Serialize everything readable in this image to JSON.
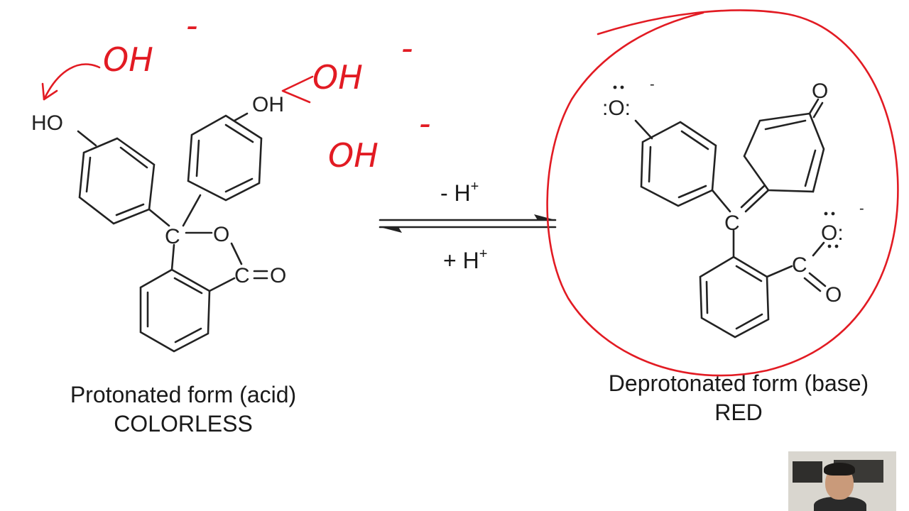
{
  "colors": {
    "ink": "#e21b23",
    "structure": "#222222",
    "background": "#ffffff"
  },
  "left_molecule": {
    "atoms": {
      "ho": "HO",
      "oh": "OH",
      "c": "C",
      "o_ring": "O",
      "c_carbonyl": "C",
      "eq": "=",
      "o_carbonyl": "O"
    },
    "caption_line1": "Protonated form (acid)",
    "caption_line2": "COLORLESS"
  },
  "equilibrium": {
    "top_label": "- H",
    "top_sup": "+",
    "bottom_label": "+ H",
    "bottom_sup": "+"
  },
  "right_molecule": {
    "atoms": {
      "o_phenoxide": ":O:",
      "o_minus": "-",
      "o_quinone": "O",
      "c_center": "C",
      "o_carboxylate": "O:",
      "o_carbox_minus": "-",
      "c_carboxyl": "C",
      "o_carbox_double": "O"
    },
    "caption_line1": "Deprotonated form (base)",
    "caption_line2": "RED"
  },
  "annotations": {
    "oh1": "OH",
    "oh1_minus": "-",
    "oh2": "OH",
    "oh2_minus": "-",
    "oh3": "OH",
    "oh3_minus": "-"
  },
  "webcam": {
    "icon": "presenter-video"
  }
}
